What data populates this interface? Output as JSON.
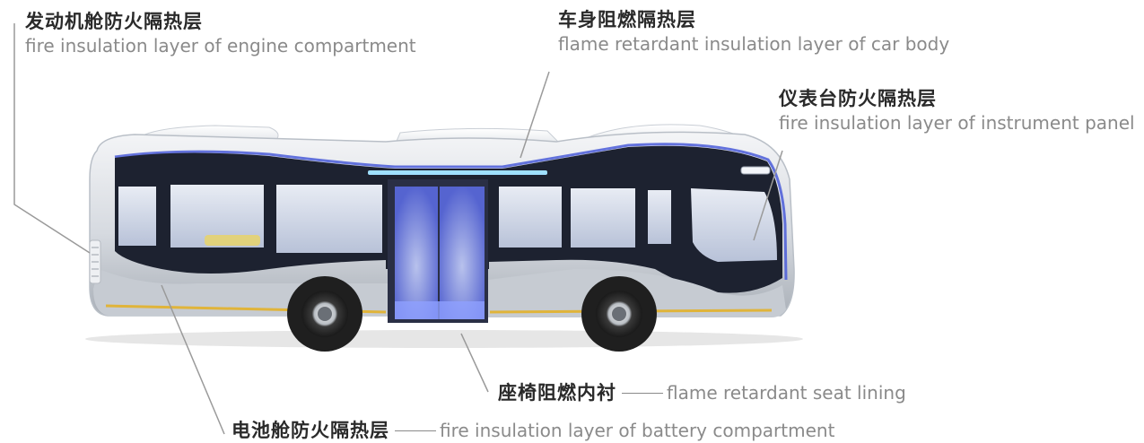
{
  "labels": {
    "engine": {
      "zh": "发动机舱防火隔热层",
      "en": "fire insulation layer of engine compartment"
    },
    "body": {
      "zh": "车身阻燃隔热层",
      "en": "flame retardant insulation layer of car body"
    },
    "panel": {
      "zh": "仪表台防火隔热层",
      "en": "fire insulation layer of instrument panel"
    },
    "seat": {
      "zh": "座椅阻燃内衬",
      "en": "flame retardant seat lining"
    },
    "battery": {
      "zh": "电池舱防火隔热层",
      "en": "fire insulation layer of battery compartment"
    }
  },
  "colors": {
    "body_silver": "#d9dde2",
    "window_dark": "#1d2230",
    "glow_blue": "#4a5cd8",
    "accent_stripe": "#e0b43a",
    "leader_line": "#9a9a9a"
  }
}
